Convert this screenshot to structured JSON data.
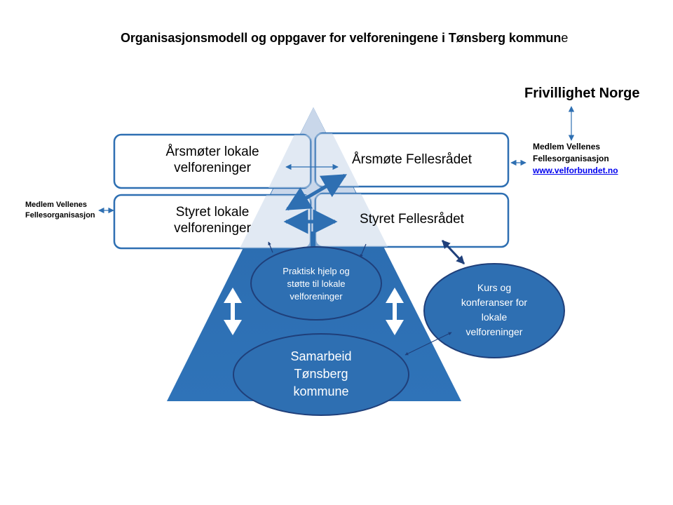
{
  "title": {
    "main": "Organisasjonsmodell og oppgaver for velforeningene i Tønsberg kommun",
    "tail": "e"
  },
  "boxes": {
    "top_left": [
      "Årsmøter lokale",
      "velforeninger"
    ],
    "top_right": "Årsmøte Fellesrådet",
    "mid_left": [
      "Styret lokale",
      "velforeninger"
    ],
    "mid_right": "Styret Fellesrådet"
  },
  "ellipses": {
    "praktisk": [
      "Praktisk hjelp og",
      "støtte til lokale",
      "velforeninger"
    ],
    "kurs": [
      "Kurs og",
      "konferanser for",
      "lokale",
      "velforeninger"
    ],
    "samarbeid": [
      "Samarbeid",
      "Tønsberg",
      "kommune"
    ]
  },
  "side": {
    "left_member": [
      "Medlem Vellenes",
      "Fellesorganisasjon"
    ],
    "frivillighet": "Frivillighet Norge",
    "right_member": [
      "Medlem Vellenes",
      "Fellesorganisasjon"
    ],
    "link": "www.velforbundet.no"
  },
  "colors": {
    "pyramid": "#2e6fb2",
    "pyramid_light": "#c9d7ea",
    "box_border": "#2e6fb2",
    "ellipse_fill": "#2e6fb2",
    "ellipse_stroke": "#1f3f7a",
    "arrow_dark": "#1f3f7a"
  }
}
